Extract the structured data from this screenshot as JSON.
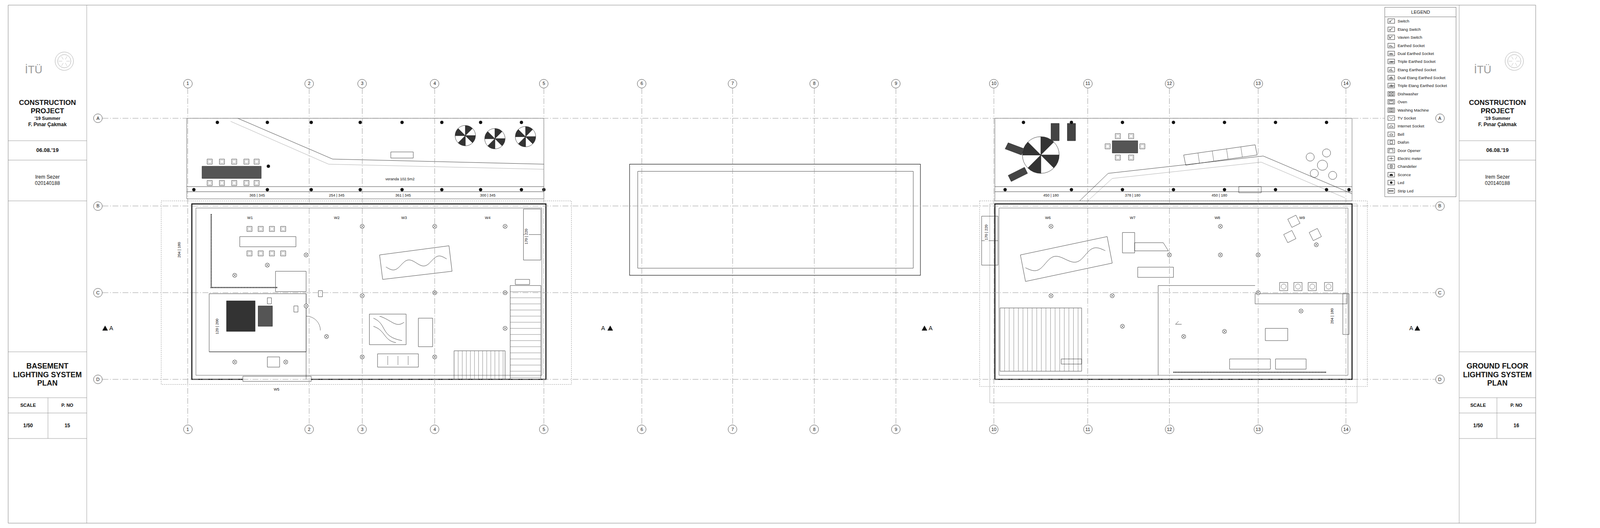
{
  "diagram": {
    "nodes": [
      {
        "text": [
          "CONSTRUCTION PROJECT",
          "'19 Summer",
          "F. Pınar Çakmak"
        ]
      },
      {
        "text": [
          "06.08.'19"
        ]
      },
      {
        "text": [
          "Irem Sezer",
          "020140188"
        ]
      },
      {
        "text": [
          "BASEMENT LIGHTING SYSTEM PLAN"
        ]
      },
      {
        "text": [
          "SCALE"
        ]
      },
      {
        "text": [
          "P. NO"
        ]
      },
      {
        "text": [
          "1/50"
        ]
      },
      {
        "text": [
          "15"
        ]
      },
      {
        "text": [
          "CONSTRUCTION PROJECT",
          "'19 Summer",
          "F. Pınar Çakmak"
        ]
      },
      {
        "text": [
          "06.08.'19"
        ]
      },
      {
        "text": [
          "Irem Sezer",
          "020140188"
        ]
      },
      {
        "text": [
          "GROUND FLOOR LIGHTING SYSTEM PLAN"
        ]
      },
      {
        "text": [
          "SCALE"
        ]
      },
      {
        "text": [
          "P. NO"
        ]
      },
      {
        "text": [
          "1/50"
        ]
      },
      {
        "text": [
          "16"
        ]
      },
      {
        "text": [
          "1"
        ]
      },
      {
        "text": [
          "2"
        ]
      },
      {
        "text": [
          "3"
        ]
      },
      {
        "text": [
          "4"
        ]
      },
      {
        "text": [
          "5"
        ]
      },
      {
        "text": [
          "6"
        ]
      },
      {
        "text": [
          "7"
        ]
      },
      {
        "text": [
          "8"
        ]
      },
      {
        "text": [
          "9"
        ]
      },
      {
        "text": [
          "10"
        ]
      },
      {
        "text": [
          "11"
        ]
      },
      {
        "text": [
          "12"
        ]
      },
      {
        "text": [
          "13"
        ]
      },
      {
        "text": [
          "14"
        ]
      },
      {
        "text": [
          "1"
        ]
      },
      {
        "text": [
          "2"
        ]
      },
      {
        "text": [
          "3"
        ]
      },
      {
        "text": [
          "4"
        ]
      },
      {
        "text": [
          "5"
        ]
      },
      {
        "text": [
          "6"
        ]
      },
      {
        "text": [
          "7"
        ]
      },
      {
        "text": [
          "8"
        ]
      },
      {
        "text": [
          "9"
        ]
      },
      {
        "text": [
          "10"
        ]
      },
      {
        "text": [
          "11"
        ]
      },
      {
        "text": [
          "12"
        ]
      },
      {
        "text": [
          "13"
        ]
      },
      {
        "text": [
          "14"
        ]
      },
      {
        "text": [
          "A"
        ]
      },
      {
        "text": [
          "B"
        ]
      },
      {
        "text": [
          "C"
        ]
      },
      {
        "text": [
          "D"
        ]
      },
      {
        "text": [
          "A"
        ]
      },
      {
        "text": [
          "B"
        ]
      },
      {
        "text": [
          "C"
        ]
      },
      {
        "text": [
          "D"
        ]
      }
    ],
    "edges": [
      {
        "from": 16,
        "to": 30,
        "arrow": "none"
      },
      {
        "from": 17,
        "to": 31,
        "arrow": "none"
      },
      {
        "from": 18,
        "to": 32,
        "arrow": "none"
      },
      {
        "from": 19,
        "to": 33,
        "arrow": "none"
      },
      {
        "from": 20,
        "to": 34,
        "arrow": "none"
      },
      {
        "from": 21,
        "to": 35,
        "arrow": "none"
      },
      {
        "from": 22,
        "to": 36,
        "arrow": "none"
      },
      {
        "from": 23,
        "to": 37,
        "arrow": "none"
      },
      {
        "from": 24,
        "to": 38,
        "arrow": "none"
      },
      {
        "from": 25,
        "to": 39,
        "arrow": "none"
      },
      {
        "from": 26,
        "to": 40,
        "arrow": "none"
      },
      {
        "from": 27,
        "to": 41,
        "arrow": "none"
      },
      {
        "from": 28,
        "to": 42,
        "arrow": "none"
      },
      {
        "from": 29,
        "to": 43,
        "arrow": "none"
      },
      {
        "from": 44,
        "to": 48,
        "arrow": "none"
      },
      {
        "from": 45,
        "to": 49,
        "arrow": "none"
      },
      {
        "from": 46,
        "to": 50,
        "arrow": "none"
      },
      {
        "from": 47,
        "to": 51,
        "arrow": "none"
      }
    ],
    "labels": [
      "İTÜ",
      "İTÜ",
      "LEGEND",
      "A",
      "A",
      "A",
      "A",
      "veranda 102.5m2",
      "365 | 345",
      "254 | 345",
      "361 | 345",
      "300 | 345",
      "W1",
      "W2",
      "W3",
      "W4",
      "W5",
      "204 | 180",
      "120 | 200",
      "170 | 220",
      "450 | 180",
      "378 | 180",
      "450 | 180",
      "W6",
      "W7",
      "W8",
      "W9",
      "170 | 220",
      "204 | 180"
    ],
    "legend": [
      {
        "text": "Switch"
      },
      {
        "text": "Etang Switch"
      },
      {
        "text": "Vavien Switch"
      },
      {
        "text": "Earthed Socket"
      },
      {
        "text": "Dual Earthed Socket"
      },
      {
        "text": "Triple Earthed Socket"
      },
      {
        "text": "Etang Earthed Socket"
      },
      {
        "text": "Dual Etang Earthed Socket"
      },
      {
        "text": "Triple Etang Earthed Socket"
      },
      {
        "text": "Dishwasher"
      },
      {
        "text": "Oven"
      },
      {
        "text": "Washing Machine"
      },
      {
        "text": "TV Socket"
      },
      {
        "text": "Internet Socket"
      },
      {
        "text": "Bell"
      },
      {
        "text": "Diafon"
      },
      {
        "text": "Door Opener"
      },
      {
        "text": "Electric meter"
      },
      {
        "text": "Chandelier"
      },
      {
        "text": "Sconce"
      },
      {
        "text": "Led"
      },
      {
        "text": "Strip Led"
      }
    ]
  }
}
